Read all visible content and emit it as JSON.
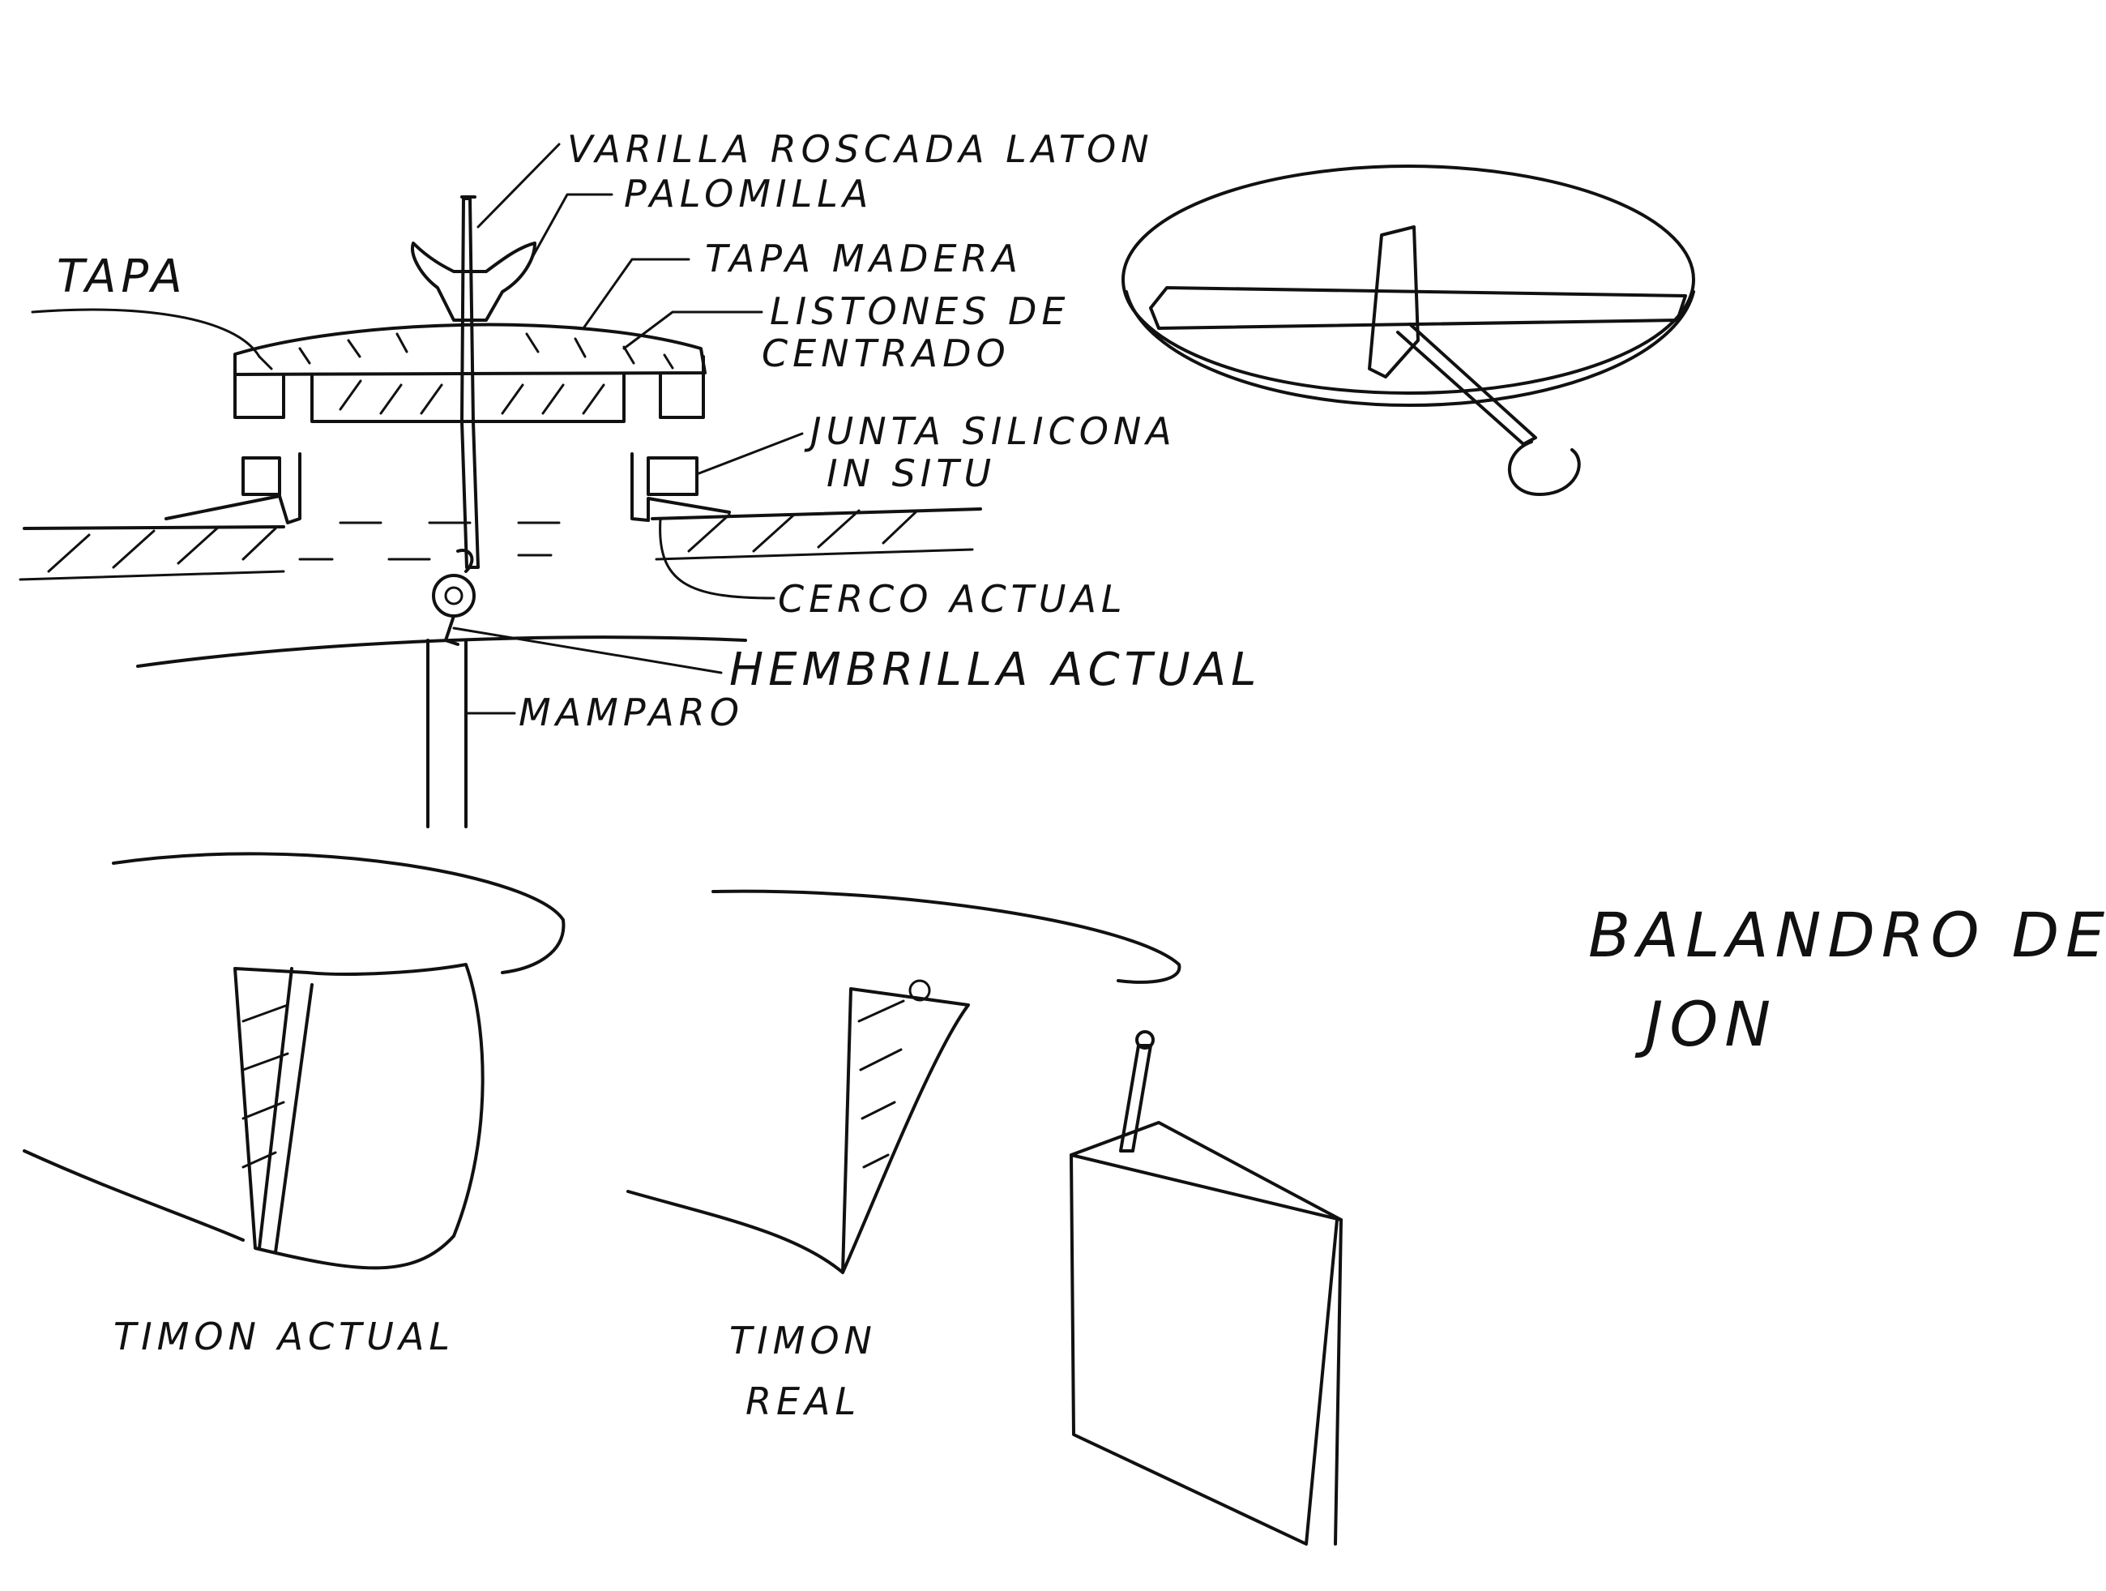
{
  "labels": {
    "varilla": "VARILLA ROSCADA LATON",
    "palomilla": "PALOMILLA",
    "tapa_madera": "TAPA MADERA",
    "tapa": "TAPA",
    "listones_1": "LISTONES DE",
    "listones_2": "CENTRADO",
    "junta_1": "JUNTA SILICONA",
    "junta_2": "IN SITU",
    "cerco": "CERCO ACTUAL",
    "hembrilla": "HEMBRILLA ACTUAL",
    "mamparo": "MAMPARO",
    "timon_actual": "TIMON ACTUAL",
    "timon_real_1": "TIMON",
    "timon_real_2": "REAL",
    "title_1": "BALANDRO DE",
    "title_2": "JON"
  },
  "colors": {
    "ink": "#111111",
    "paper": "#ffffff"
  }
}
